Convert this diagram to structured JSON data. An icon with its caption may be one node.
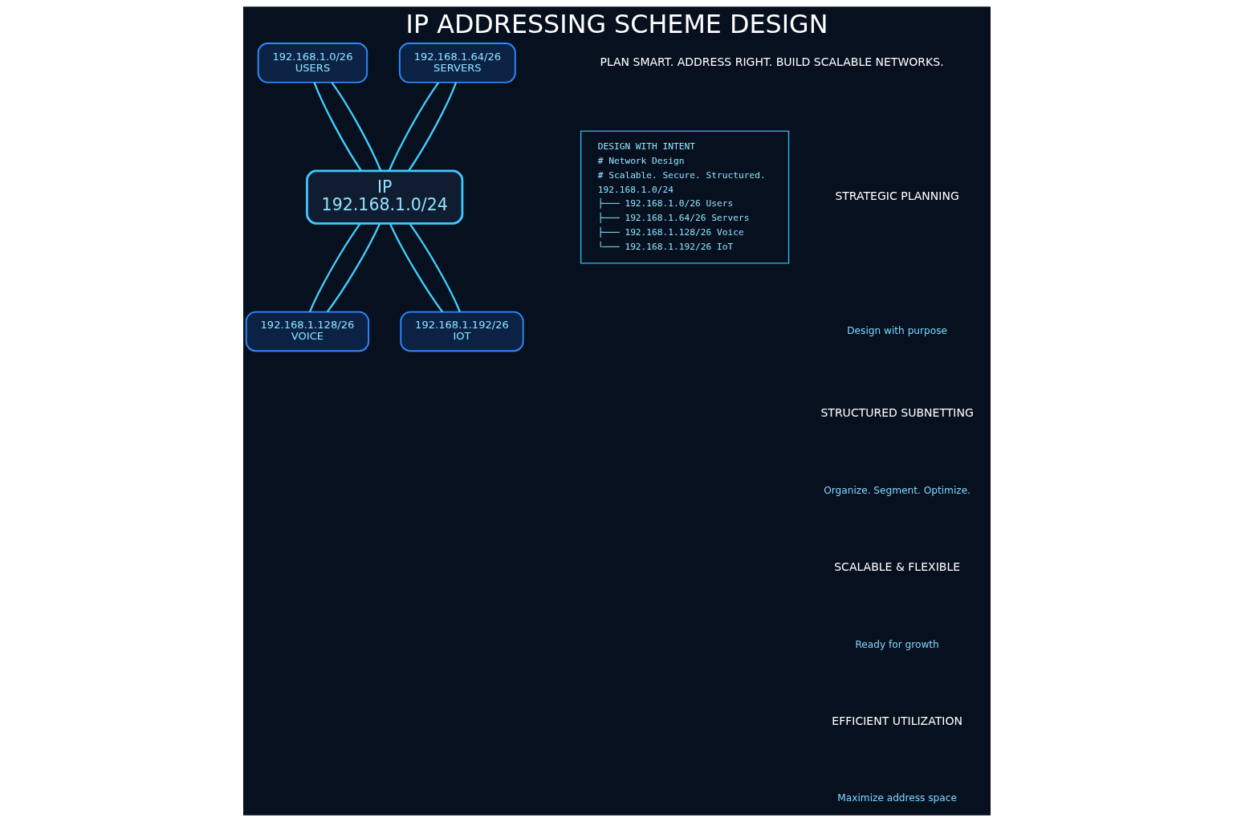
{
  "diagram": {
    "title": "IP ADDRESSING SCHEME DESIGN",
    "nodes": [
      {
        "text": [
          "IP",
          "192.168.1.0/24"
        ]
      },
      {
        "text": [
          "192.168.1.0/26",
          "USERS"
        ]
      },
      {
        "text": [
          "192.168.1.64/26",
          "SERVERS"
        ]
      },
      {
        "text": [
          "192.168.1.128/26",
          "VOICE"
        ]
      },
      {
        "text": [
          "192.168.1.192/26",
          "IOT"
        ]
      },
      {
        "text": [
          "DESIGN WITH INTENT",
          "# Network Design",
          "# Scalable. Secure. Structured.",
          "192.168.1.0/24",
          "├─── 192.168.1.0/26 Users",
          "├─── 192.168.1.64/26 Servers",
          "├─── 192.168.1.128/26 Voice",
          "└─── 192.168.1.192/26 IoT"
        ]
      }
    ],
    "edges": [
      {
        "from": 1,
        "to": 0,
        "arrow": "none"
      },
      {
        "from": 1,
        "to": 0,
        "arrow": "none"
      },
      {
        "from": 2,
        "to": 0,
        "arrow": "none"
      },
      {
        "from": 2,
        "to": 0,
        "arrow": "none"
      },
      {
        "from": 0,
        "to": 4,
        "arrow": "none"
      },
      {
        "from": 0,
        "to": 4,
        "arrow": "none"
      },
      {
        "from": 0,
        "to": 3,
        "arrow": "none"
      },
      {
        "from": 0,
        "to": 3,
        "arrow": "none"
      }
    ],
    "labels": [
      "PLAN SMART. ADDRESS RIGHT. BUILD SCALABLE NETWORKS.",
      "STRATEGIC PLANNING",
      "Design with purpose",
      "STRUCTURED SUBNETTING",
      "Organize. Segment. Optimize.",
      "SCALABLE & FLEXIBLE",
      "Ready for growth",
      "EFFICIENT UTILIZATION",
      "Maximize address space"
    ]
  }
}
